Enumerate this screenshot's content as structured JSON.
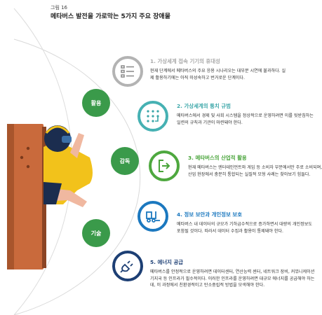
{
  "figure": {
    "label": "그림 16",
    "title": "메타버스 발전을 가로막는 5가지 주요 장애물"
  },
  "left_nodes": [
    {
      "label": "활용"
    },
    {
      "label": "감독"
    },
    {
      "label": "기술"
    }
  ],
  "items": [
    {
      "title": "1. 가상세계 접속 기기의 휴대성",
      "color": "#a9a9a9",
      "desc": "현재 단계에서 메타버스의 주요 응용 시나리오는 대부분 시연에 불과하다. 실제 활용하기에는 아직 미성숙하고 번거로운 단계이다.",
      "icon": "list-icon"
    },
    {
      "title": "2. 가상세계의 통치 규범",
      "color": "#3aa6a8",
      "desc": "메타버스에서 경제 및 사회 시스템을 정상적으로 운영하려면 이를 뒷받침하는 일련의 규칙과 기관이 마련돼야 한다.",
      "icon": "circuit-icon"
    },
    {
      "title": "3. 메타버스의 산업적 활용",
      "color": "#49a43a",
      "desc": "현재 메타버스는 엔터테인먼트와 게임 등 소비자 부문에서만 주로 소비되며, 산업 현장에서 충분히 통합되는 실질적 모형 사례는 찾아보기 힘들다.",
      "icon": "exit-icon"
    },
    {
      "title": "4. 정보 보안과 개인정보 보호",
      "color": "#1b78bf",
      "desc": "메타버스 내 데이터의 규모가 기하급수적으로 증가하면서 대량의 개인정보도 포함될 것이다. 따라서 데이터 수집과 활용이 통제돼야 한다.",
      "icon": "forklift-icon"
    },
    {
      "title": "5. 에너지 공급",
      "color": "#1d3f74",
      "desc": "메타버스를 안정적으로 운영하려면 데이터센터, 연산능력 센터, 네트워크 장비, 커뮤니케이션 기지국 등 인프라가 필수적이다. 이러한 인프라를 운영하려면 대규모 에너지를 공급해야 하는데, 이 과정에서 친환경적이고 탄소중립적 방법을 모색해야 한다.",
      "icon": "plug-icon"
    }
  ]
}
